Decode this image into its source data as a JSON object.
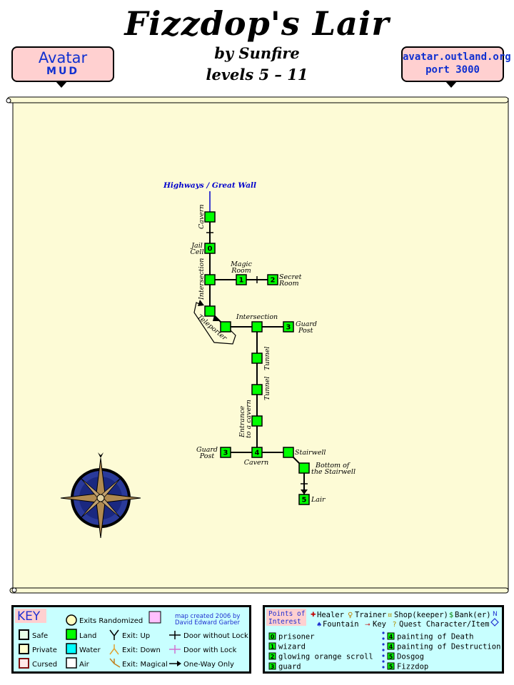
{
  "header": {
    "title": "Fizzdop's Lair",
    "by": "by Sunfire",
    "levels": "levels 5 – 11",
    "badge_left": {
      "line1": "Avatar",
      "line2": "MUD"
    },
    "badge_right": {
      "line1": "avatar.outland.org",
      "line2": "port 3000"
    }
  },
  "colors": {
    "parchment": "#fdfbd6",
    "room_fill": "#00ff00",
    "badge_fill": "#ffd0d0",
    "legend_fill": "#c8ffff",
    "link_blue": "#0000cc"
  },
  "map": {
    "entrance_label": "Highways / Great Wall",
    "rooms": [
      {
        "id": "cavern_top",
        "label": "Cavern",
        "num": ""
      },
      {
        "id": "jail",
        "label": "Jail Cell",
        "num": "0"
      },
      {
        "id": "inter1",
        "label": "Intersection",
        "num": ""
      },
      {
        "id": "magic",
        "label": "Magic Room",
        "num": "1"
      },
      {
        "id": "secret",
        "label": "Secret Room",
        "num": "2"
      },
      {
        "id": "tele_a",
        "label": "",
        "num": ""
      },
      {
        "id": "tele_b",
        "label": "",
        "num": ""
      },
      {
        "id": "inter2",
        "label": "Intersection",
        "num": ""
      },
      {
        "id": "guard1",
        "label": "Guard Post",
        "num": "3"
      },
      {
        "id": "tunnel1",
        "label": "Tunnel",
        "num": ""
      },
      {
        "id": "tunnel2",
        "label": "Tunnel",
        "num": ""
      },
      {
        "id": "entrance",
        "label": "Entrance to a cavern",
        "num": ""
      },
      {
        "id": "cavern_bottom",
        "label": "Cavern",
        "num": "4"
      },
      {
        "id": "guard2",
        "label": "Guard Post",
        "num": "3"
      },
      {
        "id": "stairwell",
        "label": "Stairwell",
        "num": ""
      },
      {
        "id": "bottom",
        "label": "Bottom of the Stairwell",
        "num": ""
      },
      {
        "id": "lair",
        "label": "Lair",
        "num": "5"
      }
    ],
    "teleporter_label": "Teleporter"
  },
  "key": {
    "title": "KEY",
    "exits_randomized": "Exits Randomized",
    "credit_line1": "map created 2006 by",
    "credit_line2": "David Edward Garber",
    "col1": [
      "Safe",
      "Private",
      "Cursed"
    ],
    "col2": [
      "Land",
      "Water",
      "Air"
    ],
    "col3": [
      "Exit: Up",
      "Exit: Down",
      "Exit: Magical"
    ],
    "col4": [
      "Door without Lock",
      "Door with Lock",
      "One-Way Only"
    ]
  },
  "poi": {
    "title_line1": "Points of",
    "title_line2": "Interest",
    "healer": "Healer",
    "trainer": "Trainer",
    "shop": "Shop(keeper)",
    "bank": "Bank(er)",
    "fountain": "Fountain",
    "key": "Key",
    "quest": "Quest Character/Item",
    "north_n": "N",
    "items": [
      {
        "num": "0",
        "text": "prisoner"
      },
      {
        "num": "1",
        "text": "wizard"
      },
      {
        "num": "2",
        "text": "glowing orange scroll"
      },
      {
        "num": "3",
        "text": "guard"
      },
      {
        "num": "4",
        "text": "painting of Death"
      },
      {
        "num": "4",
        "text": "painting of Destruction"
      },
      {
        "num": "5",
        "text": "Dosgog"
      },
      {
        "num": "5",
        "text": "Fizzdop"
      }
    ]
  }
}
